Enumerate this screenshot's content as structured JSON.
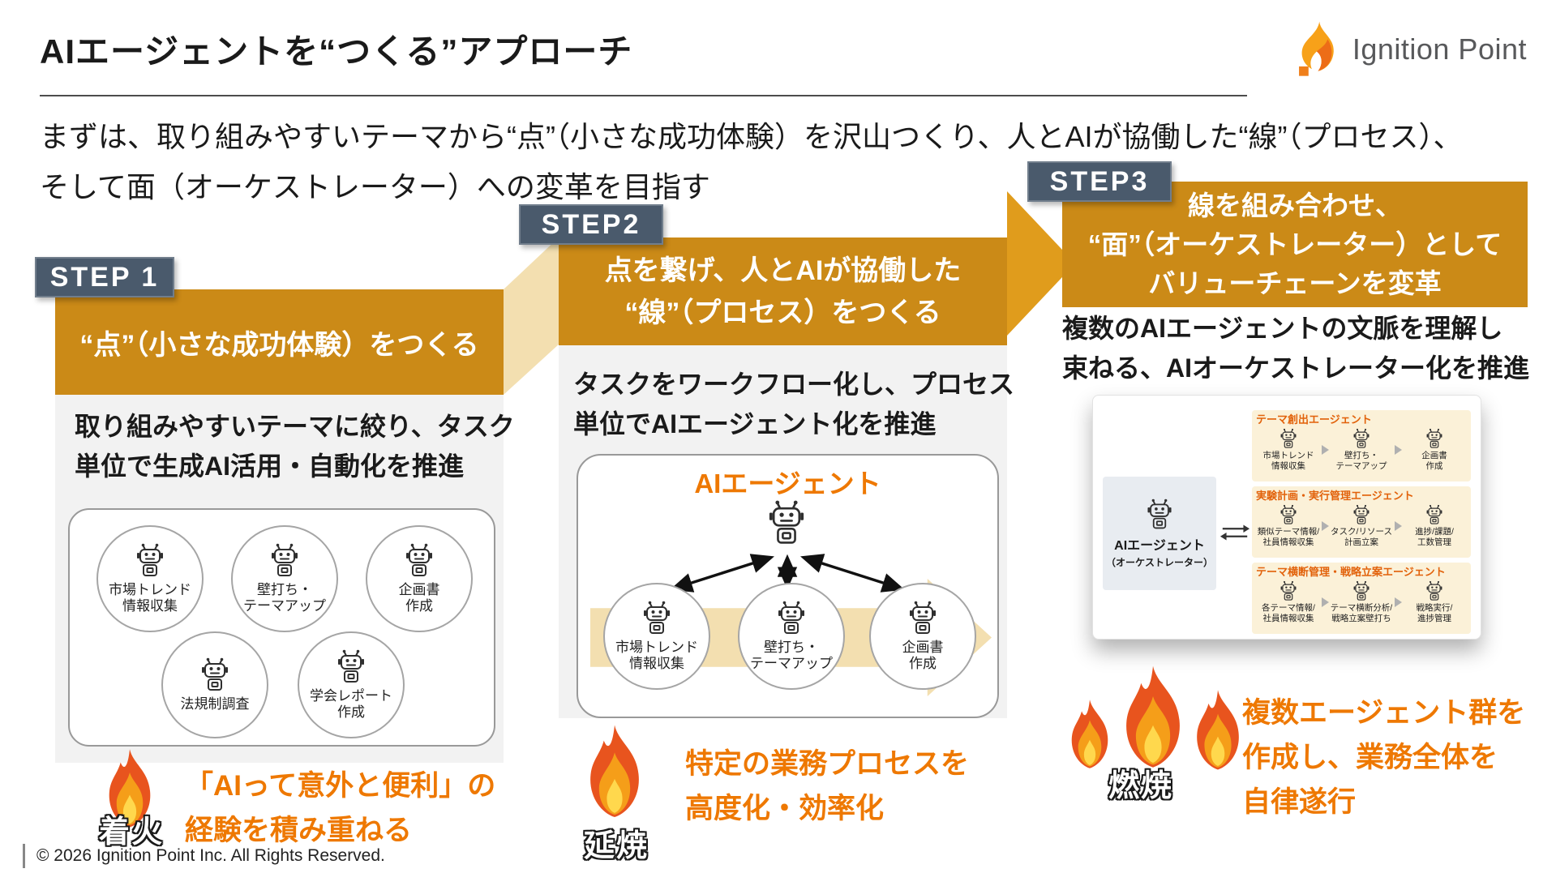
{
  "header": {
    "title": "AIエージェントを“つくる”アプローチ",
    "logo_text": "Ignition Point"
  },
  "intro": {
    "line1": "まずは、取り組みやすいテーマから“点”（小さな成功体験）を沢山つくり、人とAIが協働した“線”（プロセス）、",
    "line2": "そして面（オーケストレーター）への変革を目指す"
  },
  "steps": [
    {
      "badge": "STEP 1",
      "header": "“点”（小さな成功体験）をつくる",
      "desc": "取り組みやすいテーマに絞り、タスク\n単位で生成AI活用・自動化を推進",
      "circles": [
        "市場トレンド\n情報収集",
        "壁打ち・\nテーマアップ",
        "企画書\n作成",
        "法規制調査",
        "学会レポート\n作成"
      ],
      "flame": "着火",
      "result": "「AIって意外と便利」の\n経験を積み重ねる"
    },
    {
      "badge": "STEP2",
      "header": "点を繋げ、人とAIが協働した\n“線”（プロセス）をつくる",
      "desc": "タスクをワークフロー化し、プロセス\n単位でAIエージェント化を推進",
      "diagram_title": "AIエージェント",
      "circles": [
        "市場トレンド\n情報収集",
        "壁打ち・\nテーマアップ",
        "企画書\n作成"
      ],
      "flame": "延焼",
      "result": "特定の業務プロセスを\n高度化・効率化"
    },
    {
      "badge": "STEP3",
      "header": "線を組み合わせ、\n“面”（オーケストレーター）として\nバリューチェーンを変革",
      "desc": "複数のAIエージェントの文脈を理解し\n束ねる、AIオーケストレーター化を推進",
      "orchestrator": {
        "title": "AIエージェント",
        "subtitle": "（オーケストレーター）"
      },
      "groups": [
        {
          "label": "テーマ創出エージェント",
          "cells": [
            "市場トレンド\n情報収集",
            "壁打ち・\nテーマアップ",
            "企画書\n作成"
          ]
        },
        {
          "label": "実験計画・実行管理エージェント",
          "cells": [
            "類似テーマ情報/\n社員情報収集",
            "タスク/リソース\n計画立案",
            "進捗/課題/\n工数管理"
          ]
        },
        {
          "label": "テーマ横断管理・戦略立案エージェント",
          "cells": [
            "各テーマ情報/\n社員情報収集",
            "テーマ横断分析/\n戦略立案壁打ち",
            "戦略実行/\n進捗管理"
          ]
        }
      ],
      "flame": "燃焼",
      "result": "複数エージェント群を\n作成し、業務全体を\n自律遂行"
    }
  ],
  "footer": {
    "copyright": "© 2026 Ignition Point Inc. All Rights Reserved."
  },
  "colors": {
    "header_orange": "#cb8a17",
    "arrow_orange": "#e09c1c",
    "badge_slate": "#4a5a6c",
    "accent_orange": "#ee7800",
    "band_cream": "#f3dfb0",
    "panel_gray": "#f2f2f2"
  }
}
